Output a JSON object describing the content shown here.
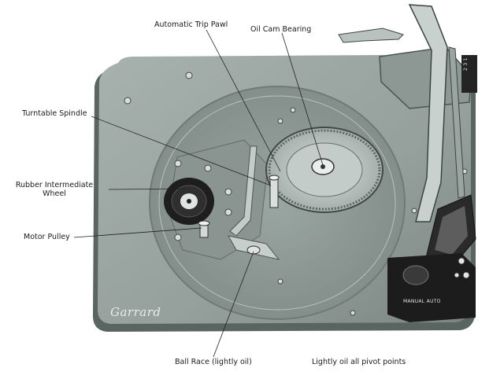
{
  "labels": {
    "automatic_trip_pawl": "Automatic Trip Pawl",
    "oil_cam_bearing": "Oil Cam Bearing",
    "turntable_spindle": "Turntable Spindle",
    "rubber_intermediate_wheel_line1": "Rubber Intermediate",
    "rubber_intermediate_wheel_line2": "Wheel",
    "motor_pulley": "Motor Pulley",
    "ball_race": "Ball Race (lightly oil)",
    "lightly_oil_note": "Lightly oil all pivot points"
  },
  "brand": "Garrard",
  "selector_label": "MANUAL AUTO",
  "arm_rest_label": "2 3 1",
  "colors": {
    "plate": "#97a39f",
    "plate_dark": "#5e6865",
    "well": "#8c9894",
    "mechanism": "#b9c2be",
    "selector": "#1c1c1c",
    "text": "#1a1a1a"
  }
}
